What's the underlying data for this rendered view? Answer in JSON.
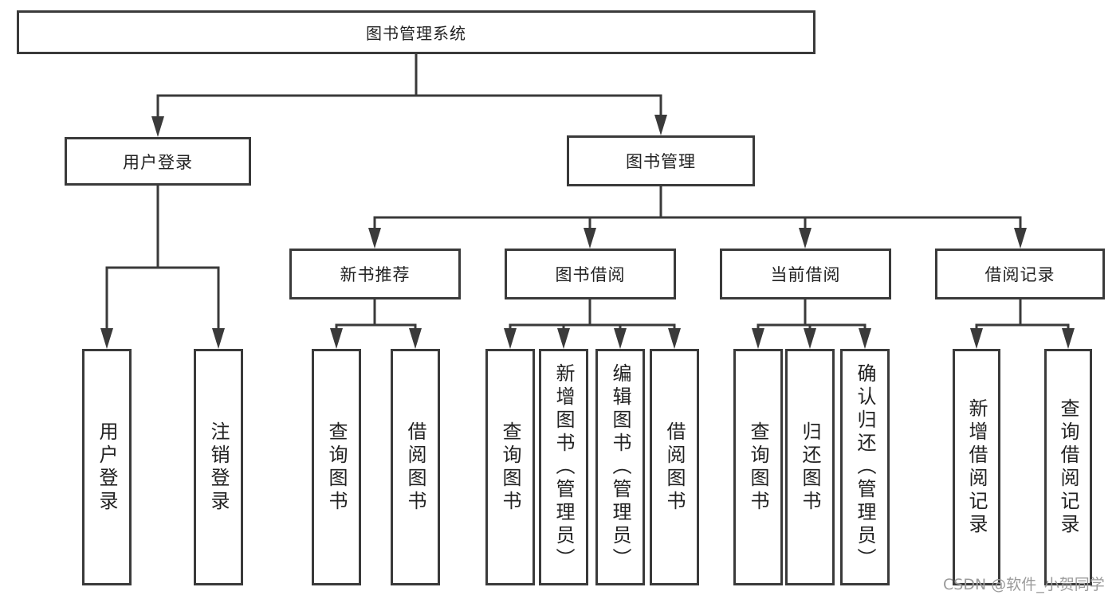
{
  "diagram": {
    "tree": {
      "label": "图书管理系统",
      "children": [
        {
          "label": "用户登录",
          "children": [
            {
              "label": "用户登录"
            },
            {
              "label": "注销登录"
            }
          ]
        },
        {
          "label": "图书管理",
          "children": [
            {
              "label": "新书推荐",
              "children": [
                {
                  "label": "查询图书"
                },
                {
                  "label": "借阅图书"
                }
              ]
            },
            {
              "label": "图书借阅",
              "children": [
                {
                  "label": "查询图书"
                },
                {
                  "label": "新增图书（管理员）"
                },
                {
                  "label": "编辑图书（管理员）"
                },
                {
                  "label": "借阅图书"
                }
              ]
            },
            {
              "label": "当前借阅",
              "children": [
                {
                  "label": "查询图书"
                },
                {
                  "label": "归还图书"
                },
                {
                  "label": "确认归还（管理员）"
                }
              ]
            },
            {
              "label": "借阅记录",
              "children": [
                {
                  "label": "新增借阅记录"
                },
                {
                  "label": "查询借阅记录"
                }
              ]
            }
          ]
        }
      ]
    },
    "watermark": {
      "text": "CSDN @软件_小贺同学"
    },
    "colors": {
      "background": "#ffffff",
      "line": "#3a3a3a",
      "box_border": "#3a3a3a",
      "box_fill": "#ffffff",
      "text": "#222222",
      "watermark": "#9b9b9b"
    }
  }
}
